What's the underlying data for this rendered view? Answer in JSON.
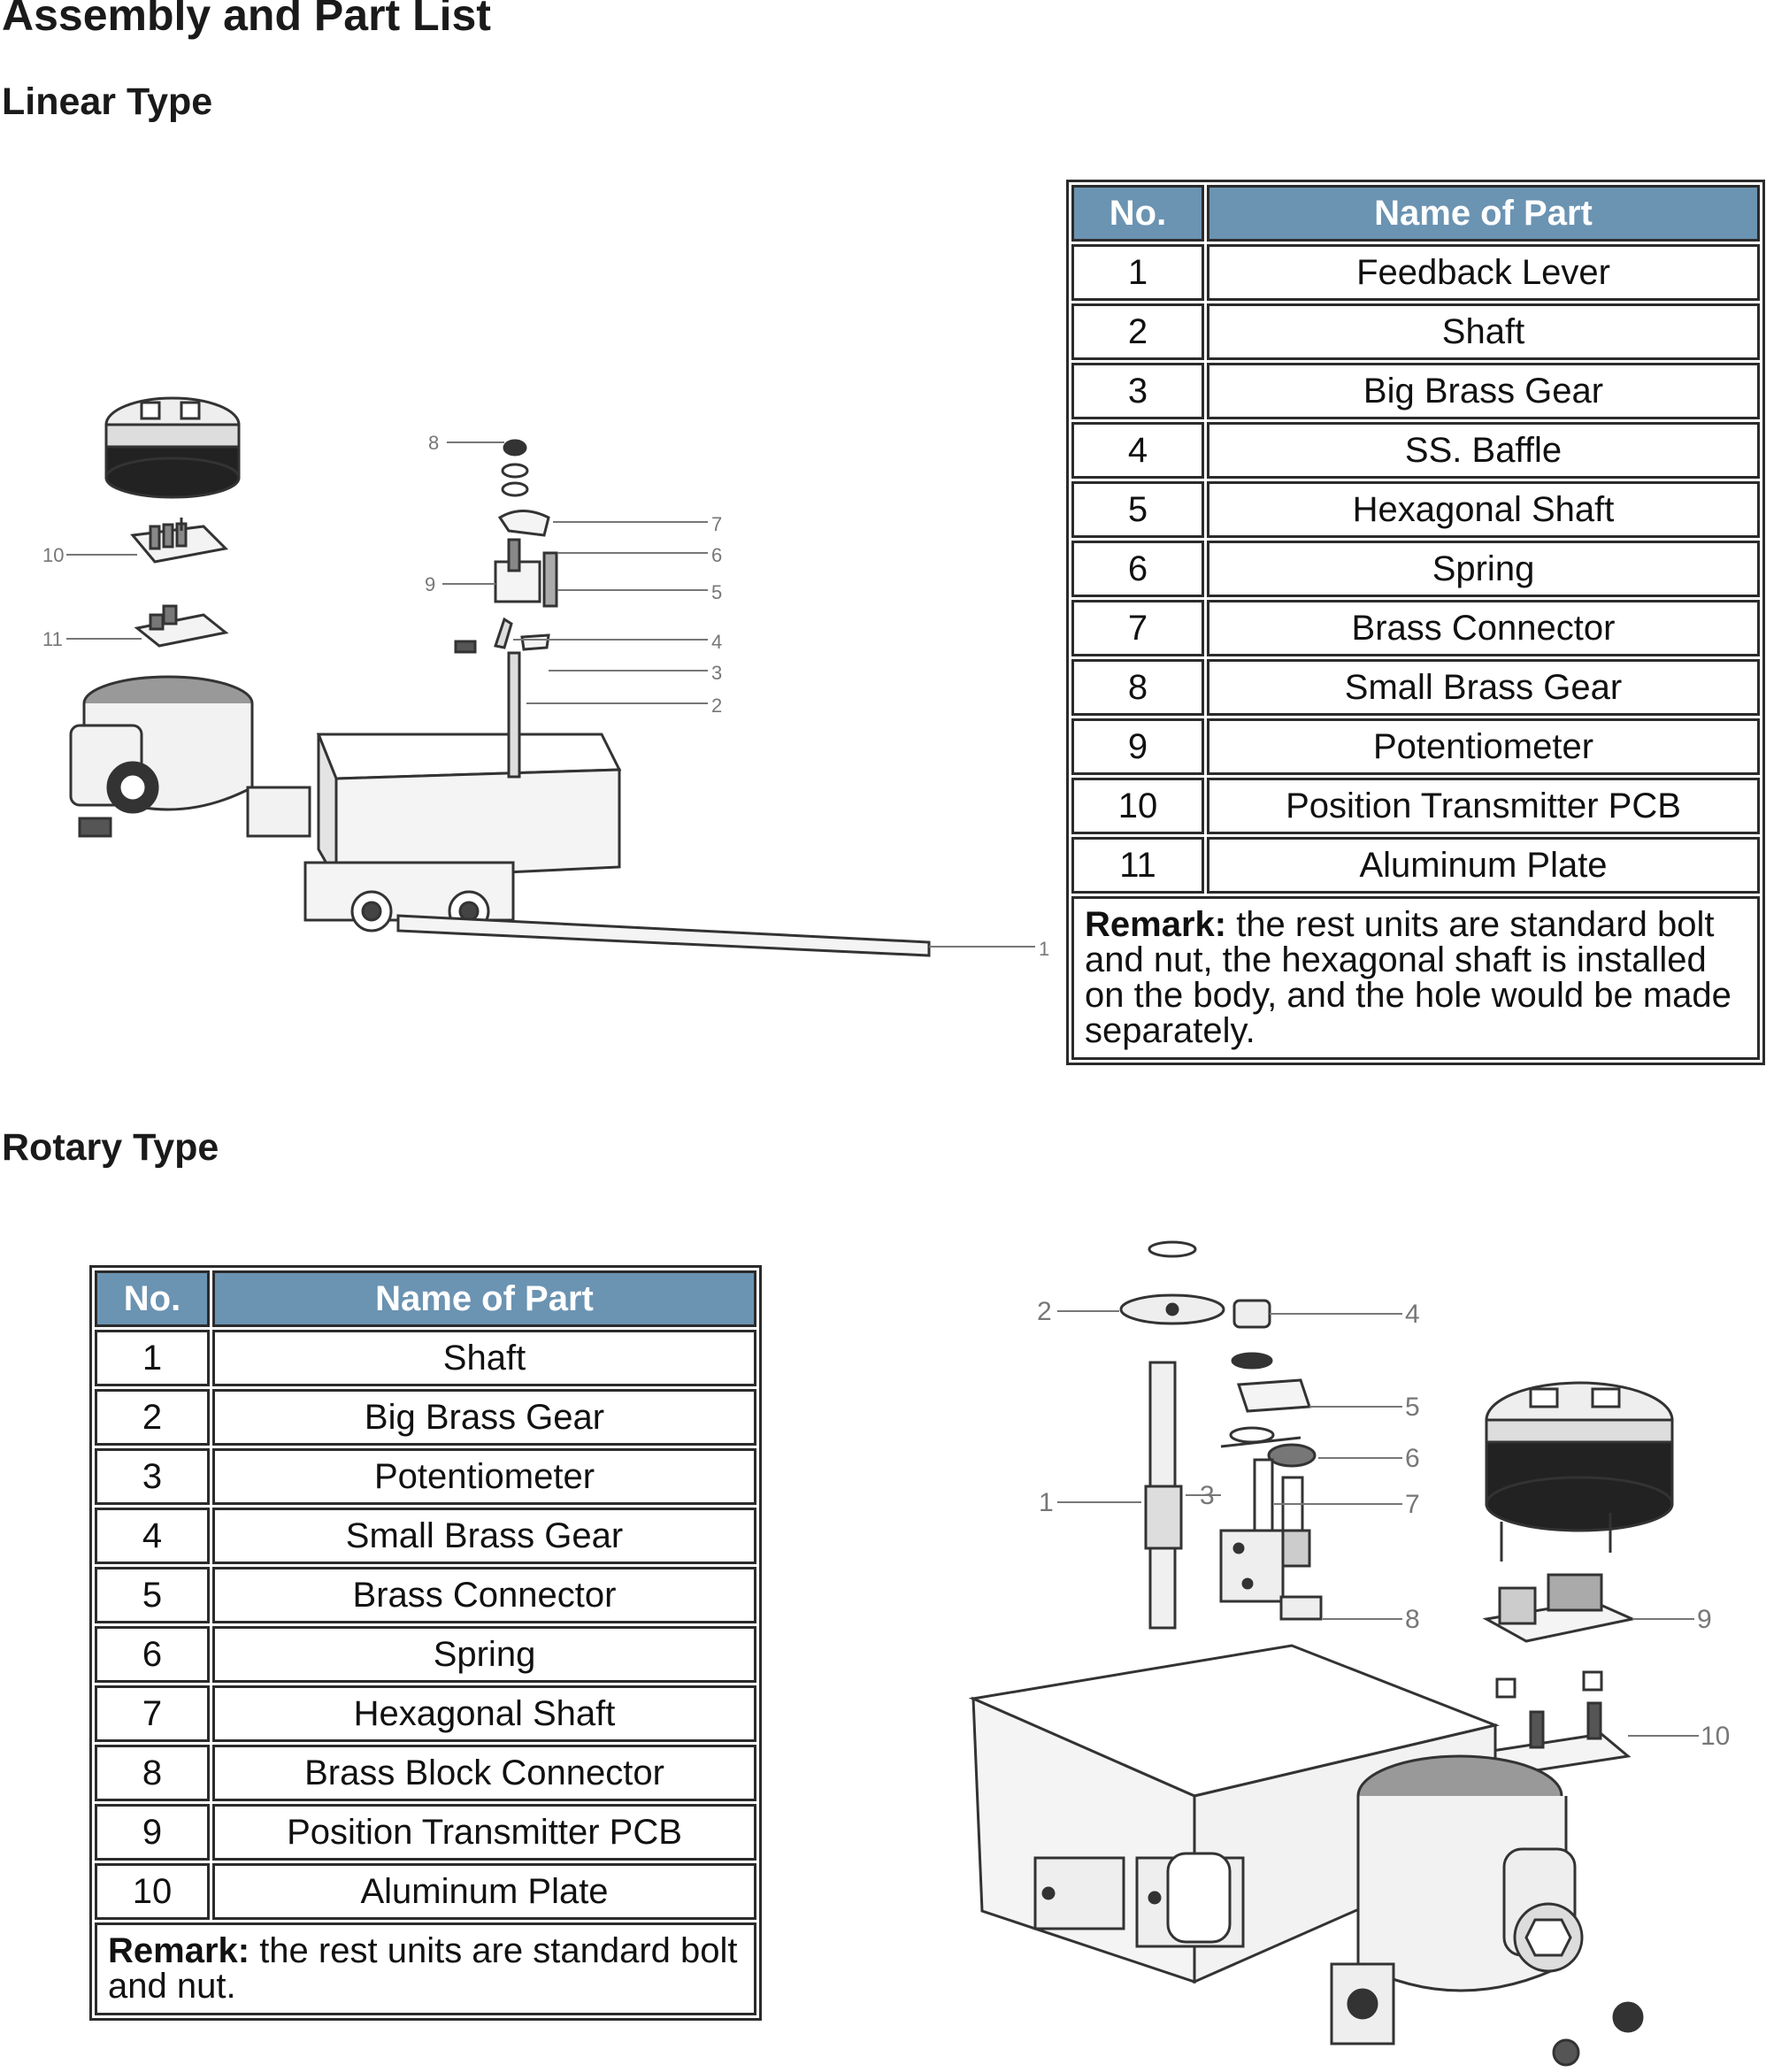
{
  "title": "Assembly and Part List",
  "linear": {
    "heading": "Linear Type",
    "columns": [
      "No.",
      "Name of Part"
    ],
    "rows": [
      {
        "no": "1",
        "name": "Feedback Lever"
      },
      {
        "no": "2",
        "name": "Shaft"
      },
      {
        "no": "3",
        "name": "Big Brass Gear"
      },
      {
        "no": "4",
        "name": "SS. Baffle"
      },
      {
        "no": "5",
        "name": "Hexagonal Shaft"
      },
      {
        "no": "6",
        "name": "Spring"
      },
      {
        "no": "7",
        "name": "Brass Connector"
      },
      {
        "no": "8",
        "name": "Small Brass Gear"
      },
      {
        "no": "9",
        "name": "Potentiometer"
      },
      {
        "no": "10",
        "name": "Position Transmitter PCB"
      },
      {
        "no": "11",
        "name": "Aluminum Plate"
      }
    ],
    "remark_label": "Remark:",
    "remark_text": " the rest units are standard bolt and nut, the hexagonal shaft is installed on the body, and the hole would be made separately.",
    "callouts": [
      "1",
      "2",
      "3",
      "4",
      "5",
      "6",
      "7",
      "8",
      "9",
      "10",
      "11"
    ]
  },
  "rotary": {
    "heading": "Rotary Type",
    "columns": [
      "No.",
      "Name of Part"
    ],
    "rows": [
      {
        "no": "1",
        "name": "Shaft"
      },
      {
        "no": "2",
        "name": "Big Brass Gear"
      },
      {
        "no": "3",
        "name": "Potentiometer"
      },
      {
        "no": "4",
        "name": "Small Brass Gear"
      },
      {
        "no": "5",
        "name": "Brass Connector"
      },
      {
        "no": "6",
        "name": "Spring"
      },
      {
        "no": "7",
        "name": "Hexagonal Shaft"
      },
      {
        "no": "8",
        "name": "Brass Block Connector"
      },
      {
        "no": "9",
        "name": "Position Transmitter PCB"
      },
      {
        "no": "10",
        "name": "Aluminum Plate"
      }
    ],
    "remark_label": "Remark:",
    "remark_text": " the rest units are standard bolt and nut.",
    "callouts": [
      "1",
      "2",
      "3",
      "4",
      "5",
      "6",
      "7",
      "8",
      "9",
      "10"
    ]
  },
  "colors": {
    "header_bg": "#6b93b2",
    "border": "#2b2b2b",
    "drawing": "#333333",
    "callout": "#777777"
  }
}
